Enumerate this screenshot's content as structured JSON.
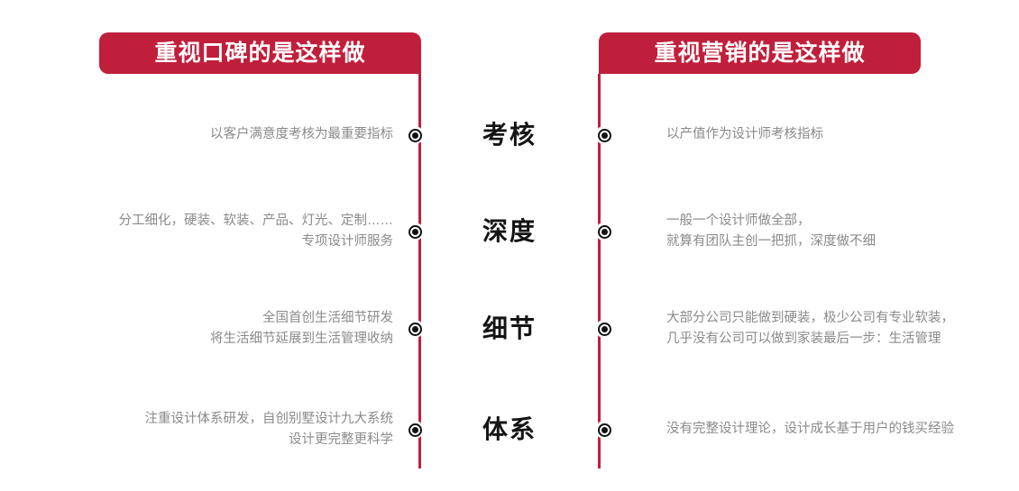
{
  "banners": {
    "left": "重视口碑的是这样做",
    "right": "重视营销的是这样做"
  },
  "colors": {
    "accent_red": "#c01f3c",
    "body_text_gray": "#8a8a8a",
    "category_black": "#141414",
    "background": "#ffffff"
  },
  "rows": [
    {
      "category": "考核",
      "left_text": "以客户满意度考核为最重要指标",
      "right_text": "以产值作为设计师考核指标"
    },
    {
      "category": "深度",
      "left_text": "分工细化，硬装、软装、产品、灯光、定制……\n专项设计师服务",
      "right_text": "一般一个设计师做全部，\n就算有团队主创一把抓，深度做不细"
    },
    {
      "category": "细节",
      "left_text": "全国首创生活细节研发\n将生活细节延展到生活管理收纳",
      "right_text": "大部分公司只能做到硬装，极少公司有专业软装，\n几乎没有公司可以做到家装最后一步：生活管理"
    },
    {
      "category": "体系",
      "left_text": "注重设计体系研发，自创别墅设计九大系统\n设计更完整更科学",
      "right_text": "没有完整设计理论，设计成长基于用户的钱买经验"
    }
  ],
  "icons": {
    "marker": "target-dot-icon"
  }
}
